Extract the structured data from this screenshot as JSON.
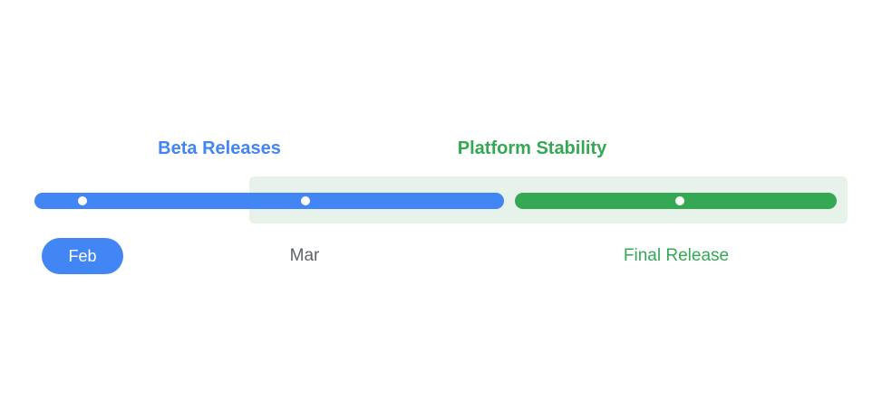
{
  "palette": {
    "blue": "#4285F4",
    "green": "#34A853",
    "green-bg": "#E7F2EB",
    "gray-text": "#5F6368",
    "dot-white": "#FFFFFF"
  },
  "timeline": {
    "phases": [
      {
        "label": "Beta Releases",
        "color": "#4285F4"
      },
      {
        "label": "Platform Stability",
        "color": "#34A853"
      }
    ],
    "milestones": [
      {
        "label": "Feb",
        "type": "chip",
        "phase": "Beta Releases"
      },
      {
        "label": "Mar",
        "type": "text",
        "phase": "Beta Releases"
      },
      {
        "label": "Final Release",
        "type": "text",
        "phase": "Platform Stability"
      }
    ]
  }
}
